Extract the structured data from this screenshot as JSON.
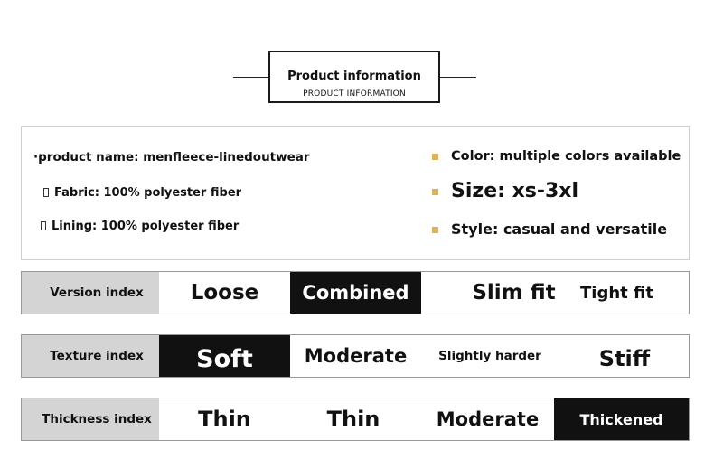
{
  "header": {
    "title": "Product information",
    "subtitle": "PRODUCT INFORMATION"
  },
  "info": {
    "left": [
      "·product name: menfleece-linedoutwear",
      "Fabric: 100% polyester fiber",
      "Lining: 100% polyester fiber"
    ],
    "right": [
      "Color: multiple colors available",
      "Size: xs-3xl",
      "Style: casual and versatile"
    ]
  },
  "indices": [
    {
      "label": "Version index",
      "options": [
        "Loose",
        "Combined",
        "Slim fit",
        "Tight fit"
      ],
      "selected": "Combined"
    },
    {
      "label": "Texture index",
      "options": [
        "Soft",
        "Moderate",
        "Slightly harder",
        "Stiff"
      ],
      "selected": "Soft"
    },
    {
      "label": "Thickness index",
      "options": [
        "Thin",
        "Thin",
        "Moderate",
        "Thickened"
      ],
      "selected": "Thickened"
    }
  ],
  "colors": {
    "bullet": "#d9b25f",
    "label_bg": "#d4d4d4",
    "selected_bg": "#111111",
    "selected_text": "#ffffff"
  }
}
